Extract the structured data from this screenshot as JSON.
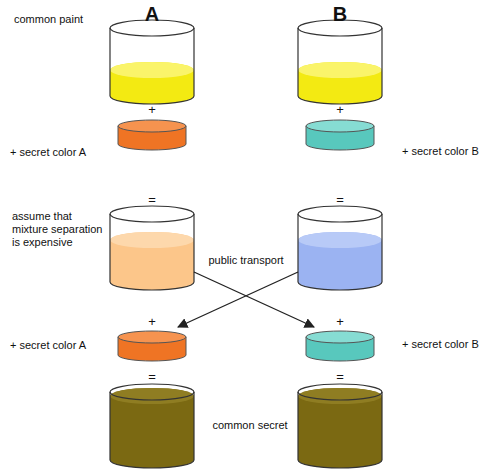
{
  "diagram": {
    "labels": [
      "A",
      "B",
      "common paint",
      "+",
      "+",
      "+ secret color A",
      "+ secret color B",
      "=",
      "=",
      "assume that mixture separation is expensive",
      "public transport",
      "+",
      "+",
      "+ secret color A",
      "+ secret color B",
      "=",
      "=",
      "common secret"
    ]
  }
}
